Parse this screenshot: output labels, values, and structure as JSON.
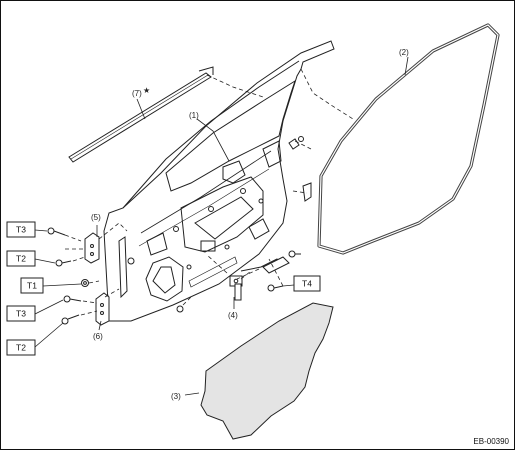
{
  "diagram": {
    "code": "EB-00390",
    "parts": {
      "p1": "(1)",
      "p2": "(2)",
      "p3": "(3)",
      "p4": "(4)",
      "p5": "(5)",
      "p6": "(6)",
      "p7": "(7)"
    },
    "star_mark": "★",
    "torque_tags": {
      "t3_upper": "T3",
      "t2_upper": "T2",
      "t1": "T1",
      "t3_lower": "T3",
      "t2_lower": "T2",
      "t4": "T4"
    }
  },
  "colors": {
    "line": "#222222",
    "seal": "#444444",
    "sheet_fill": "#e4e4e4",
    "background": "#ffffff"
  }
}
